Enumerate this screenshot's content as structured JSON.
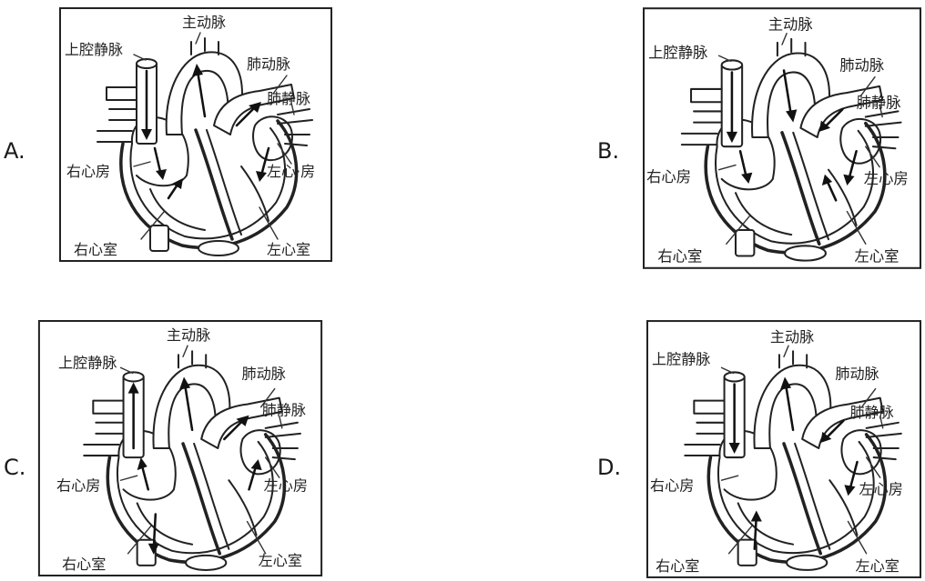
{
  "options": [
    {
      "letter": "A."
    },
    {
      "letter": "B."
    },
    {
      "letter": "C."
    },
    {
      "letter": "D."
    }
  ],
  "heart_labels": {
    "aorta": "主动脉",
    "superior_vena_cava": "上腔静脉",
    "pulmonary_artery": "肺动脉",
    "pulmonary_vein": "肺静脉",
    "right_atrium": "右心房",
    "left_atrium": "左心房",
    "right_ventricle": "右心室",
    "left_ventricle": "左心室"
  },
  "label_variants": {
    "left_atrium_dotted": "左心·房"
  }
}
